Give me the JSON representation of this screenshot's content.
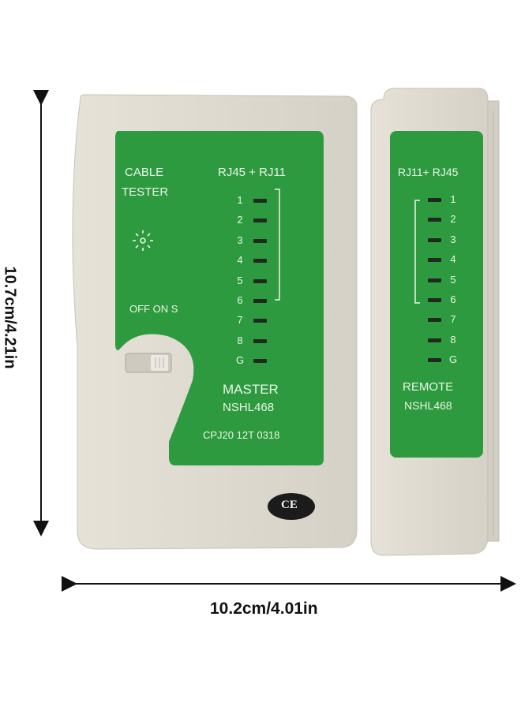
{
  "master": {
    "title_line1": "CABLE",
    "title_line2": "TESTER",
    "ports": "RJ45 + RJ11",
    "switch_labels": "OFF ON S",
    "pins": [
      "1",
      "2",
      "3",
      "4",
      "5",
      "6",
      "7",
      "8",
      "G"
    ],
    "name": "MASTER",
    "model": "NSHL468",
    "code": "CPJ20 12T 0318"
  },
  "remote": {
    "ports": "RJ11+ RJ45",
    "pins": [
      "1",
      "2",
      "3",
      "4",
      "5",
      "6",
      "7",
      "8",
      "G"
    ],
    "name": "REMOTE",
    "model": "NSHL468"
  },
  "ce_mark": "CE",
  "dimensions": {
    "height": "10.7cm/4.21in",
    "width": "10.2cm/4.01in"
  },
  "colors": {
    "panel_green": "#2e9a3f",
    "case_beige": "#dedad0"
  }
}
